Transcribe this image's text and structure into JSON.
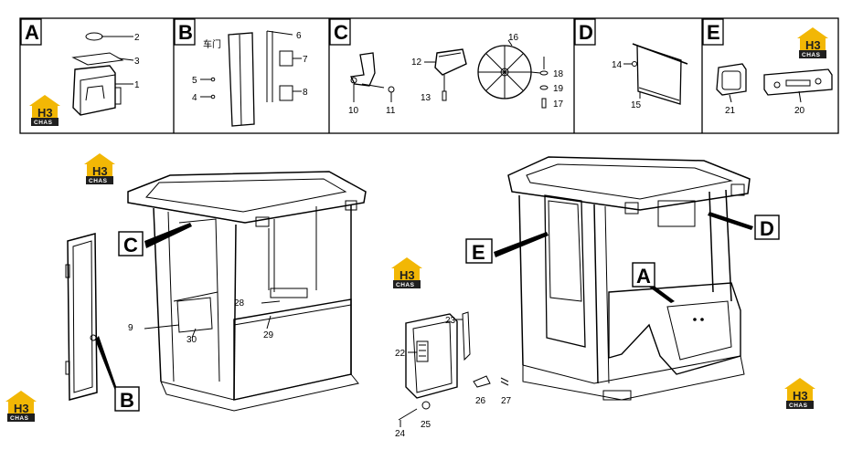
{
  "panels": [
    {
      "letter": "A",
      "parts": [
        "2",
        "3",
        "1"
      ]
    },
    {
      "letter": "B",
      "parts": [
        "6",
        "7",
        "5",
        "4",
        "8"
      ],
      "door_text": "车门"
    },
    {
      "letter": "C",
      "parts": [
        "16",
        "12",
        "18",
        "19",
        "13",
        "10",
        "11",
        "17"
      ]
    },
    {
      "letter": "D",
      "parts": [
        "14",
        "15"
      ]
    },
    {
      "letter": "E",
      "parts": [
        "21",
        "20"
      ]
    }
  ],
  "callouts": {
    "left_cab": {
      "C": "C",
      "B": "B"
    },
    "right_cab": {
      "E": "E",
      "D": "D",
      "A": "A"
    }
  },
  "part_numbers": {
    "p9": "9",
    "p30": "30",
    "p28": "28",
    "p29": "29",
    "p23": "23",
    "p22": "22",
    "p24": "24",
    "p25": "25",
    "p26": "26",
    "p27": "27"
  },
  "logo": {
    "mark": "H3",
    "text": "CHAS",
    "color": "#f2b705",
    "dark": "#1f1f1f"
  }
}
